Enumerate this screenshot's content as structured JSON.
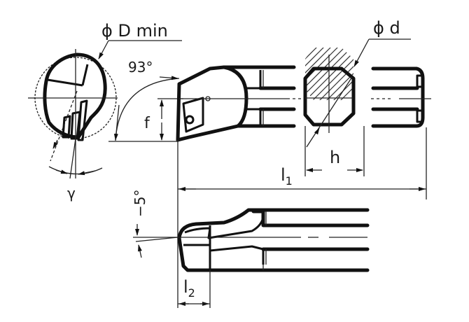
{
  "diagram": {
    "subject": "boring bar with indexable insert",
    "labels": {
      "d_min": "ϕ D min",
      "angle_93": "93°",
      "f": "f",
      "gamma": "γ",
      "shank_diameter": "ϕ d",
      "h": "h",
      "l1_main": "l",
      "l1_sub": "1",
      "l2_main": "l",
      "l2_sub": "2",
      "angle_5": "−5°"
    },
    "colors": {
      "line": "#111111",
      "background": "#ffffff"
    }
  }
}
